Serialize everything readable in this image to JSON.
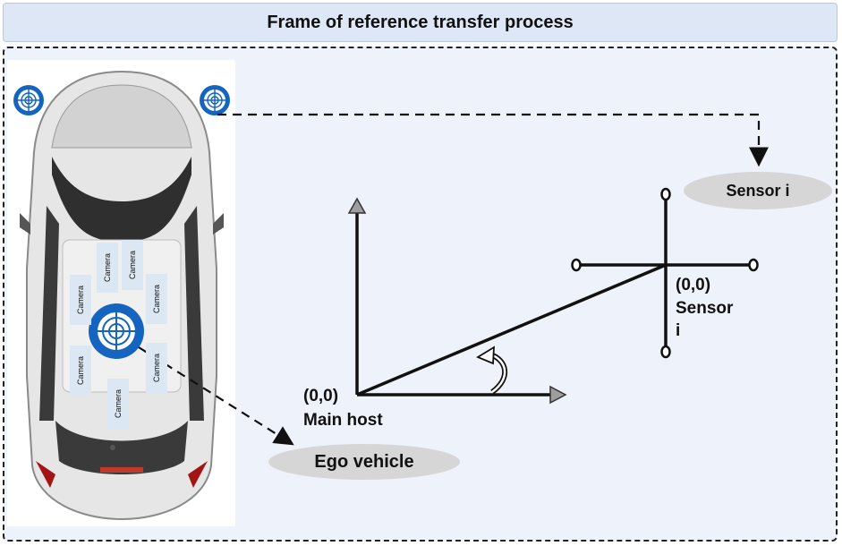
{
  "title": "Frame of reference transfer process",
  "camera_label": "Camera",
  "sensor_ellipse": "Sensor i",
  "ego_ellipse": "Ego vehicle",
  "main_origin": "(0,0)",
  "main_name": "Main host",
  "sensor_origin": "(0,0)",
  "sensor_name_line1": "Sensor",
  "sensor_name_line2": "i",
  "colors": {
    "title_bg": "#dde7f6",
    "frame_bg": "#eef2fa",
    "sensor_blue": "#1565c0",
    "ellipse_gray": "#d6d6d6",
    "axis_arrow_gray": "#9e9e9e"
  },
  "icons": [
    "radar-sensor-icon",
    "car-top-view",
    "arc-arrow-icon"
  ]
}
